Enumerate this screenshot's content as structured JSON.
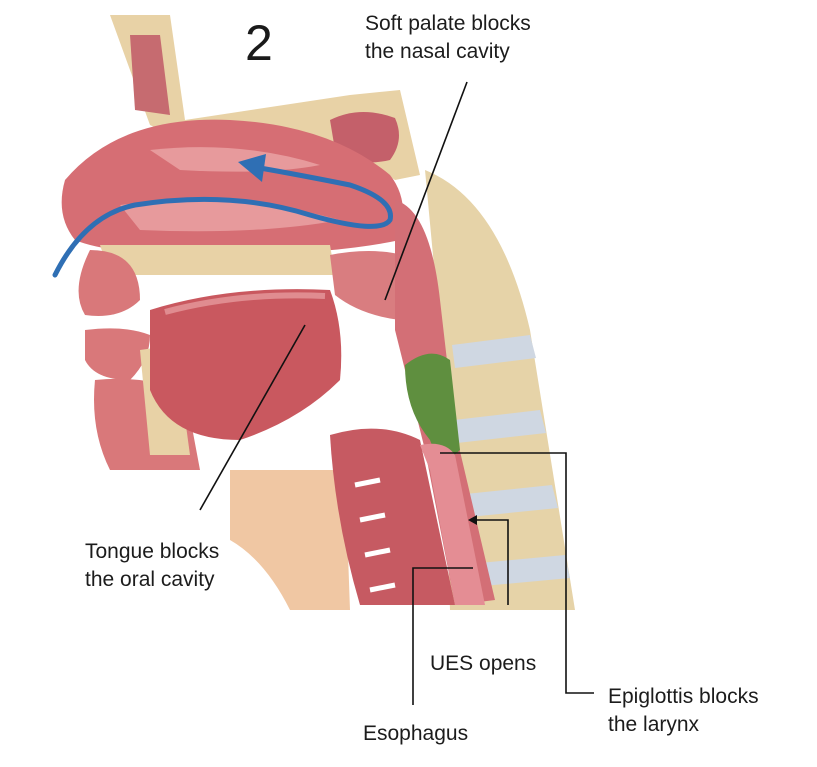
{
  "step_number": "2",
  "labels": {
    "soft_palate": [
      "Soft palate blocks",
      "the nasal cavity"
    ],
    "tongue": [
      "Tongue blocks",
      "the oral cavity"
    ],
    "ues": [
      "UES opens"
    ],
    "epiglottis": [
      "Epiglottis blocks",
      "the larynx"
    ],
    "esophagus": [
      "Esophagus"
    ]
  },
  "colors": {
    "tissue": "#d9787a",
    "tissue_dark": "#b84f57",
    "bone": "#e8d2a6",
    "skin": "#f0c7a3",
    "cartilage_green": "#5f8f3f",
    "airflow_arrow": "#2f6fb4",
    "vertebra": "#d8c79a"
  }
}
